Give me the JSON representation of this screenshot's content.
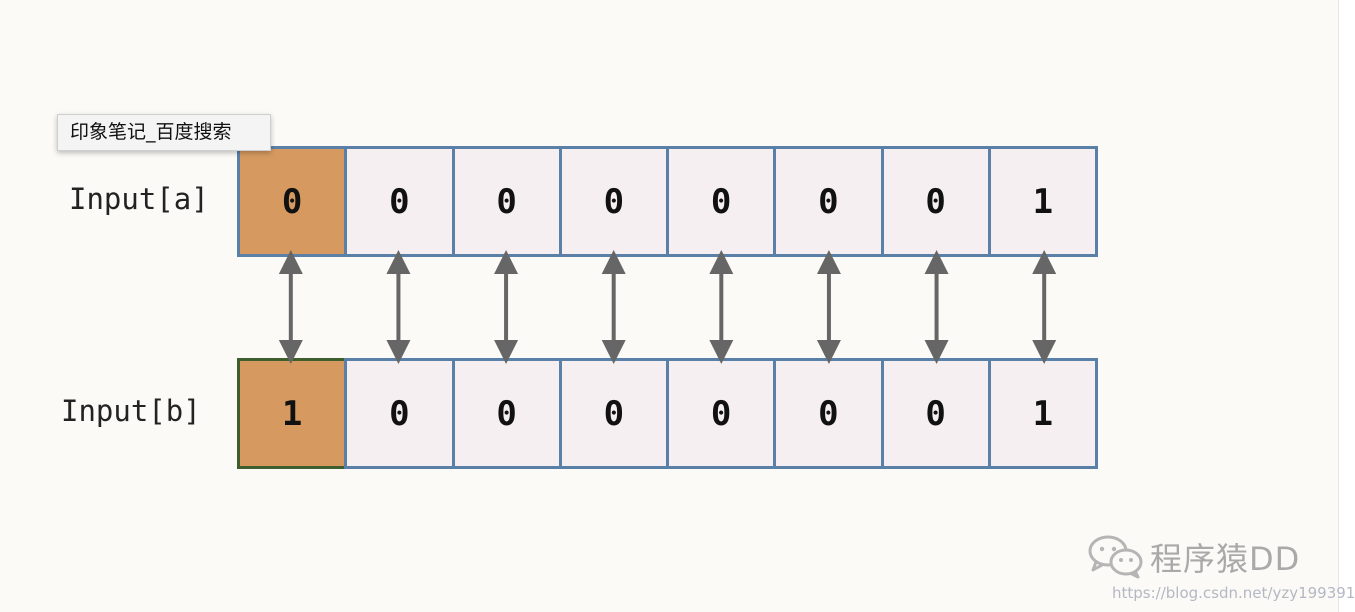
{
  "tooltip": {
    "text": "印象笔记_百度搜索"
  },
  "rows": [
    {
      "label": "Input[a]",
      "values": [
        "0",
        "0",
        "0",
        "0",
        "0",
        "0",
        "0",
        "1"
      ]
    },
    {
      "label": "Input[b]",
      "values": [
        "1",
        "0",
        "0",
        "0",
        "0",
        "0",
        "0",
        "1"
      ]
    }
  ],
  "highlight_index": 0,
  "colors": {
    "cell_border": "#5a80a8",
    "cell_fill": "#f5eff2",
    "highlight_fill": "#d69a60",
    "highlight_border_b": "#3e5f2d",
    "arrow": "#666666"
  },
  "watermark": {
    "text": "程序猿DD",
    "url": "https://blog.csdn.net/yzy199391",
    "icon": "wechat-icon"
  }
}
